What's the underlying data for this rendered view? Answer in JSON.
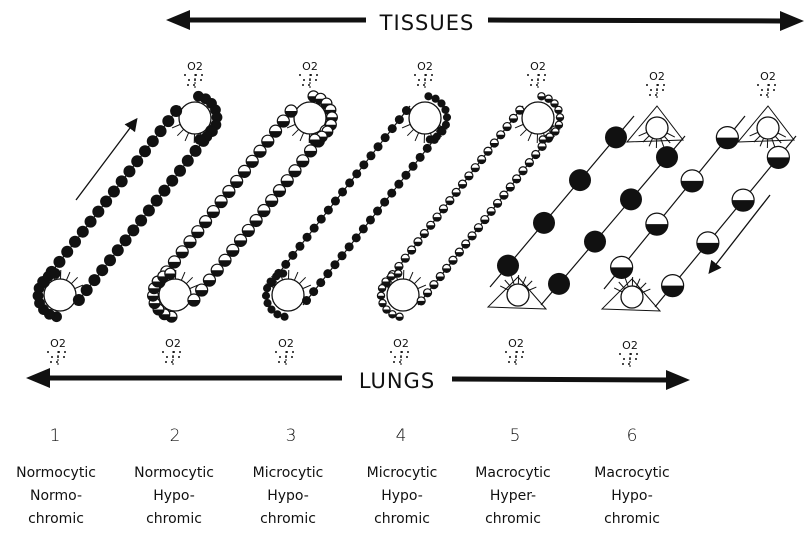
{
  "arrows": {
    "top_label": "TISSUES",
    "bottom_label": "LUNGS"
  },
  "oxygen_label": "O2",
  "panels": [
    {
      "number": "1",
      "size": "Normocytic",
      "color_line1": "Normo-",
      "color_line2": "chromic",
      "cell_fill": "full"
    },
    {
      "number": "2",
      "size": "Normocytic",
      "color_line1": "Hypo-",
      "color_line2": "chromic",
      "cell_fill": "half"
    },
    {
      "number": "3",
      "size": "Microcytic",
      "color_line1": "Hypo-",
      "color_line2": "chromic",
      "cell_fill": "full"
    },
    {
      "number": "4",
      "size": "Microcytic",
      "color_line1": "Hypo-",
      "color_line2": "chromic",
      "cell_fill": "half"
    },
    {
      "number": "5",
      "size": "Macrocytic",
      "color_line1": "Hyper-",
      "color_line2": "chromic",
      "cell_fill": "full"
    },
    {
      "number": "6",
      "size": "Macrocytic",
      "color_line1": "Hypo-",
      "color_line2": "chromic",
      "cell_fill": "half"
    }
  ]
}
